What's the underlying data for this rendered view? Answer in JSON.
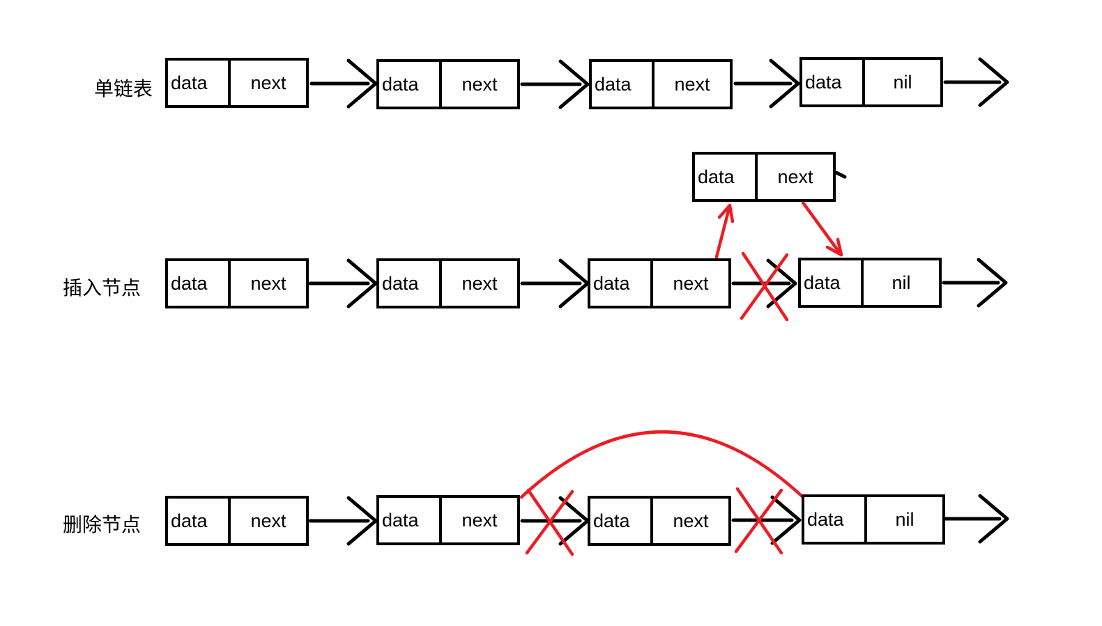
{
  "colors": {
    "node_border": "#000000",
    "connector": "#000000",
    "edit_marks": "#ed1c24",
    "background": "#ffffff"
  },
  "rows": [
    {
      "label": "单链表",
      "nodes": [
        {
          "data": "data",
          "pointer": "next"
        },
        {
          "data": "data",
          "pointer": "next"
        },
        {
          "data": "data",
          "pointer": "next"
        },
        {
          "data": "data",
          "pointer": "nil"
        }
      ]
    },
    {
      "label": "插入节点",
      "new_node": {
        "data": "data",
        "pointer": "next"
      },
      "nodes": [
        {
          "data": "data",
          "pointer": "next"
        },
        {
          "data": "data",
          "pointer": "next"
        },
        {
          "data": "data",
          "pointer": "next"
        },
        {
          "data": "data",
          "pointer": "nil"
        }
      ]
    },
    {
      "label": "删除节点",
      "nodes": [
        {
          "data": "data",
          "pointer": "next"
        },
        {
          "data": "data",
          "pointer": "next"
        },
        {
          "data": "data",
          "pointer": "next"
        },
        {
          "data": "data",
          "pointer": "nil"
        }
      ]
    }
  ]
}
